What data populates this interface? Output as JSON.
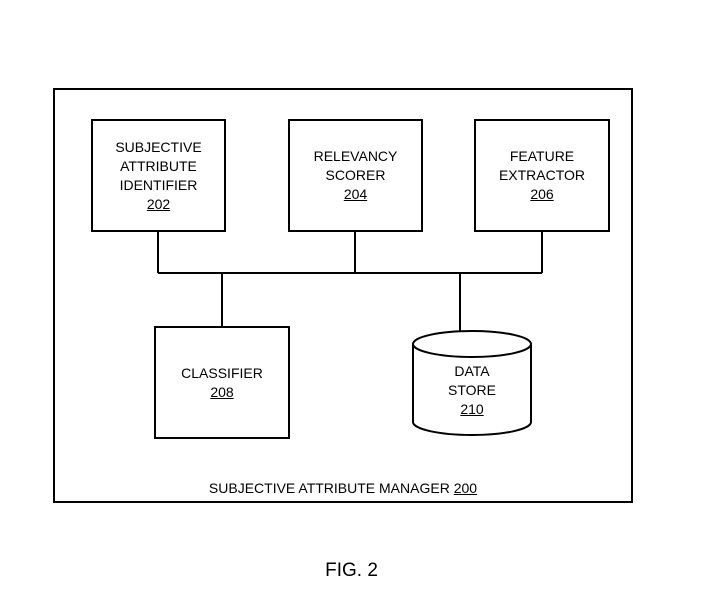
{
  "components": {
    "subjective_attribute_identifier": {
      "lines": [
        "SUBJECTIVE",
        "ATTRIBUTE",
        "IDENTIFIER"
      ],
      "ref": "202"
    },
    "relevancy_scorer": {
      "lines": [
        "RELEVANCY",
        "SCORER"
      ],
      "ref": "204"
    },
    "feature_extractor": {
      "lines": [
        "FEATURE",
        "EXTRACTOR"
      ],
      "ref": "206"
    },
    "classifier": {
      "lines": [
        "CLASSIFIER"
      ],
      "ref": "208"
    },
    "data_store": {
      "lines": [
        "DATA",
        "STORE"
      ],
      "ref": "210"
    }
  },
  "manager": {
    "label": "SUBJECTIVE ATTRIBUTE MANAGER",
    "ref": "200"
  },
  "figure": {
    "label": "FIG. 2"
  }
}
